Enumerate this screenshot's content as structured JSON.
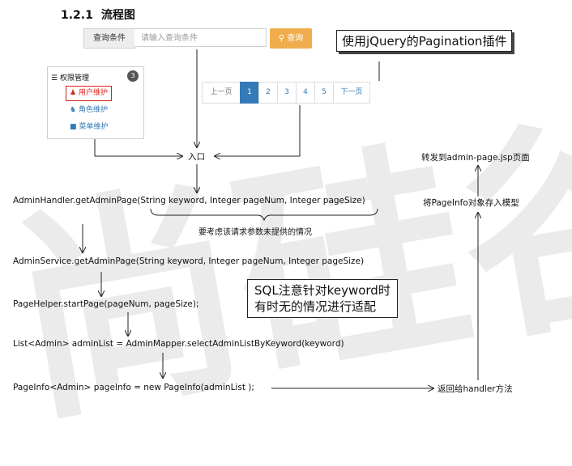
{
  "heading": {
    "number": "1.2.1",
    "title": "流程图"
  },
  "search": {
    "label": "查询条件",
    "placeholder": "请输入查询条件",
    "button": "查询"
  },
  "callouts": {
    "pagination": "使用jQuery的Pagination插件",
    "sql_line1": "SQL注意针对keyword时",
    "sql_line2": "有时无的情况进行适配"
  },
  "sidebar": {
    "title": "权限管理",
    "badge": "3",
    "items": [
      {
        "label": "用户维护"
      },
      {
        "label": "角色维护"
      },
      {
        "label": "菜单维护"
      }
    ]
  },
  "pagination": {
    "prev": "上一页",
    "pages": [
      "1",
      "2",
      "3",
      "4",
      "5"
    ],
    "active": "1",
    "next": "下一页"
  },
  "flow": {
    "entry": "入口",
    "step1": "AdminHandler.getAdminPage(String keyword, Integer pageNum, Integer pageSize)",
    "step1_note": "要考虑该请求参数未提供的情况",
    "step2": "AdminService.getAdminPage(String keyword, Integer pageNum, Integer pageSize)",
    "step3": "PageHelper.startPage(pageNum, pageSize);",
    "step4": "List<Admin> adminList = AdminMapper.selectAdminListByKeyword(keyword)",
    "step5": "PageInfo<Admin> pageInfo = new PageInfo(adminList );",
    "return": "返回给handler方法",
    "model": "将PageInfo对象存入模型",
    "forward": "转发到admin-page.jsp页面"
  },
  "watermark": "尚硅谷",
  "colors": {
    "search_button": "#f0ad4e",
    "page_active": "#337ab7",
    "link": "#337ab7",
    "active_item": "#d9231c"
  }
}
